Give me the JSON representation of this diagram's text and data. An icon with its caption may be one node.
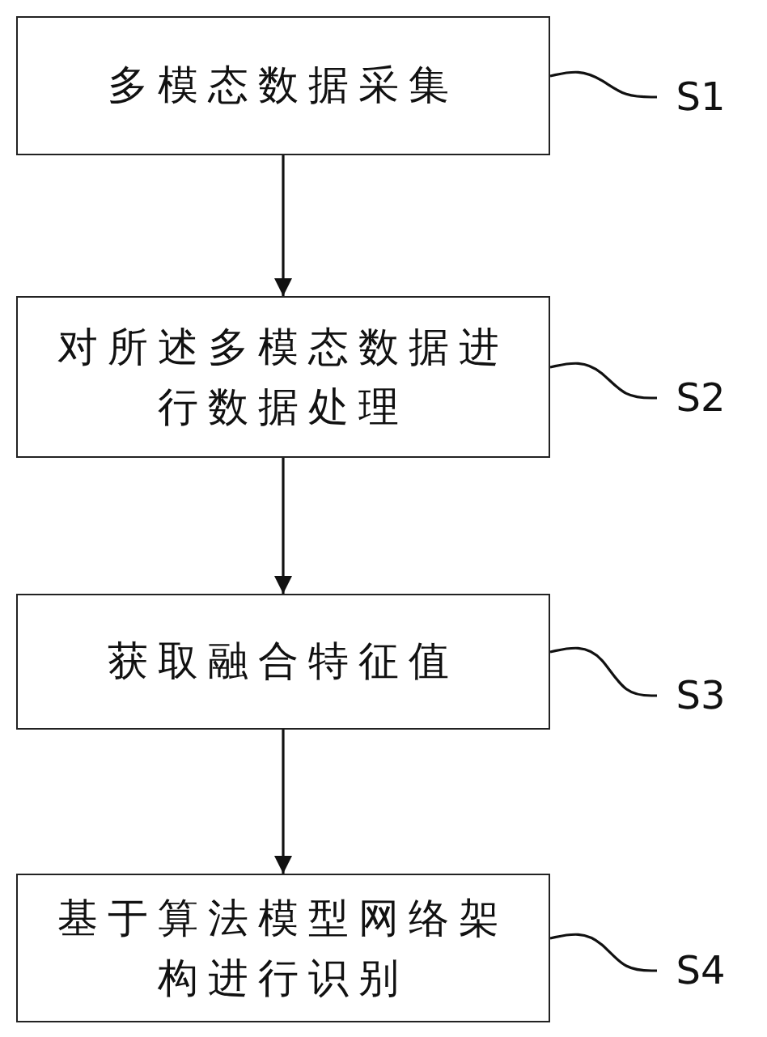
{
  "diagram": {
    "nodes": [
      {
        "text": [
          "多模态数据采集"
        ]
      },
      {
        "text": [
          "S1"
        ]
      },
      {
        "text": [
          "对所述多模态数据进行数据处理"
        ]
      },
      {
        "text": [
          "S2"
        ]
      },
      {
        "text": [
          "获取融合特征值"
        ]
      },
      {
        "text": [
          "S3"
        ]
      },
      {
        "text": [
          "基于算法模型网络架构进行识别"
        ]
      },
      {
        "text": [
          "S4"
        ]
      }
    ],
    "edges": [
      {
        "from": 0,
        "to": 2,
        "arrow": "to"
      },
      {
        "from": 2,
        "to": 4,
        "arrow": "to"
      },
      {
        "from": 4,
        "to": 6,
        "arrow": "to"
      },
      {
        "from": 1,
        "to": 0,
        "arrow": "none"
      },
      {
        "from": 3,
        "to": 2,
        "arrow": "none"
      },
      {
        "from": 5,
        "to": 4,
        "arrow": "none"
      },
      {
        "from": 7,
        "to": 6,
        "arrow": "none"
      }
    ]
  }
}
